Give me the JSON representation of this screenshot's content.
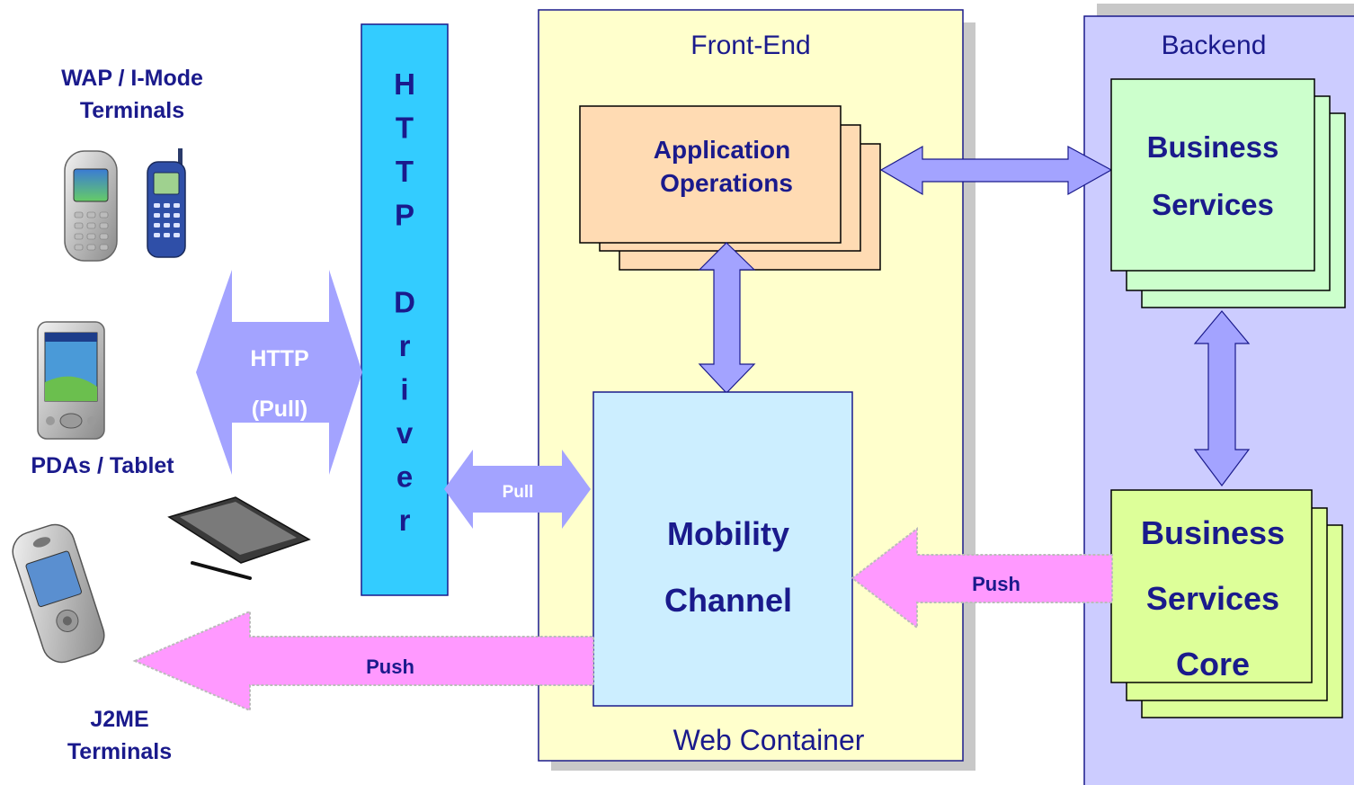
{
  "labels": {
    "wap_line1": "WAP / I-Mode",
    "wap_line2": "Terminals",
    "pda": "PDAs / Tablet",
    "j2me_line1": "J2ME",
    "j2me_line2": "Terminals",
    "http_line1": "HTTP",
    "http_line2": "(Pull)",
    "http_driver_letters": [
      "H",
      "T",
      "T",
      "P",
      "",
      "D",
      "r",
      "i",
      "v",
      "e",
      "r"
    ],
    "front_end": "Front-End",
    "web_container": "Web Container",
    "backend": "Backend",
    "app_ops_line1": "Application",
    "app_ops_line2": "Operations",
    "mobility_line1": "Mobility",
    "mobility_line2": "Channel",
    "biz_services_line1": "Business",
    "biz_services_line2": "Services",
    "biz_core_line1": "Business",
    "biz_core_line2": "Services",
    "biz_core_line3": "Core",
    "pull_arrow": "Pull",
    "push_arrow_backend": "Push",
    "push_arrow_terminals": "Push"
  },
  "icons": {
    "phone1": "mobile-phone-silver",
    "phone2": "mobile-phone-blue",
    "pda": "pda-device",
    "tablet": "tablet-with-stylus",
    "smartphone": "smartphone"
  },
  "colors": {
    "label_text": "#1a1a8c",
    "http_driver_fill": "#33ccff",
    "front_end_fill": "#ffffcc",
    "backend_fill": "#ccccff",
    "app_ops_fill": "#ffdbb3",
    "mobility_fill": "#cceeff",
    "biz_services_fill": "#ccffcc",
    "biz_core_fill": "#ddff99",
    "pull_arrow_fill": "#9999ff",
    "push_arrow_fill": "#ff99ff"
  }
}
